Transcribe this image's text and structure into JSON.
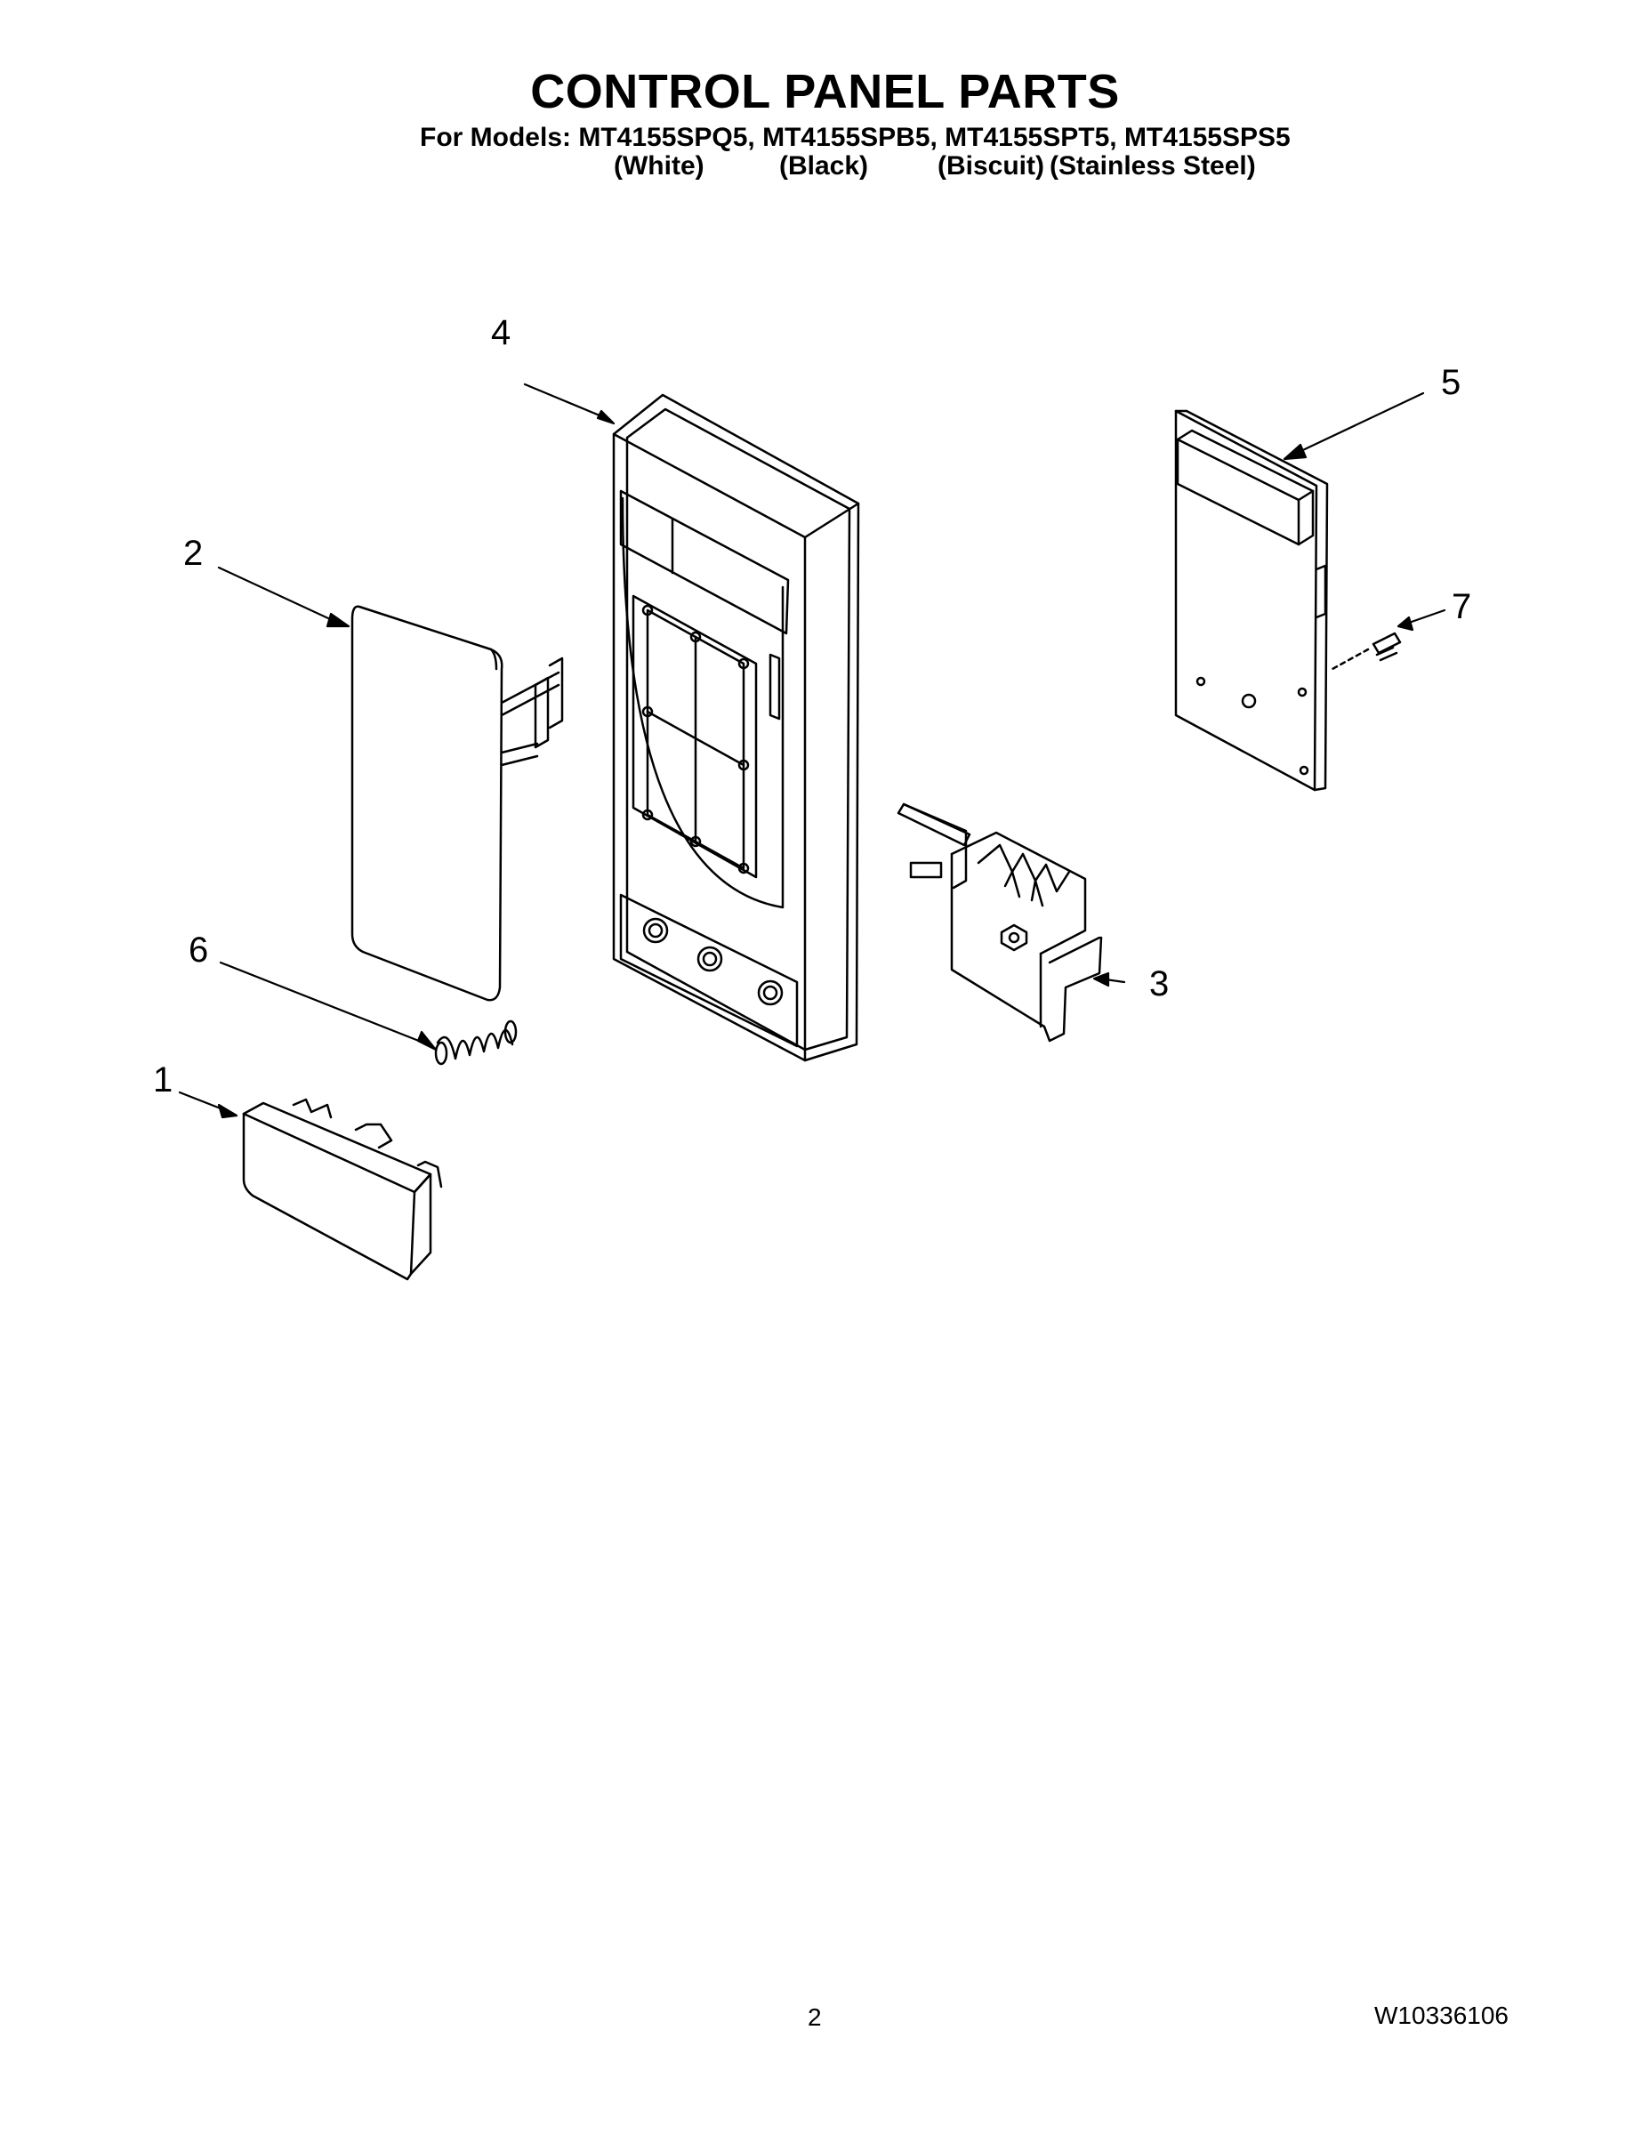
{
  "header": {
    "title": "CONTROL PANEL PARTS",
    "models_line": "For Models: MT4155SPQ5, MT4155SPB5, MT4155SPT5, MT4155SPS5",
    "colors": [
      "(White)",
      "(Black)",
      "(Biscuit)",
      "(Stainless Steel)"
    ]
  },
  "callouts": [
    "1",
    "2",
    "3",
    "4",
    "5",
    "6",
    "7"
  ],
  "footer": {
    "page_number": "2",
    "doc_number": "W10336106"
  }
}
